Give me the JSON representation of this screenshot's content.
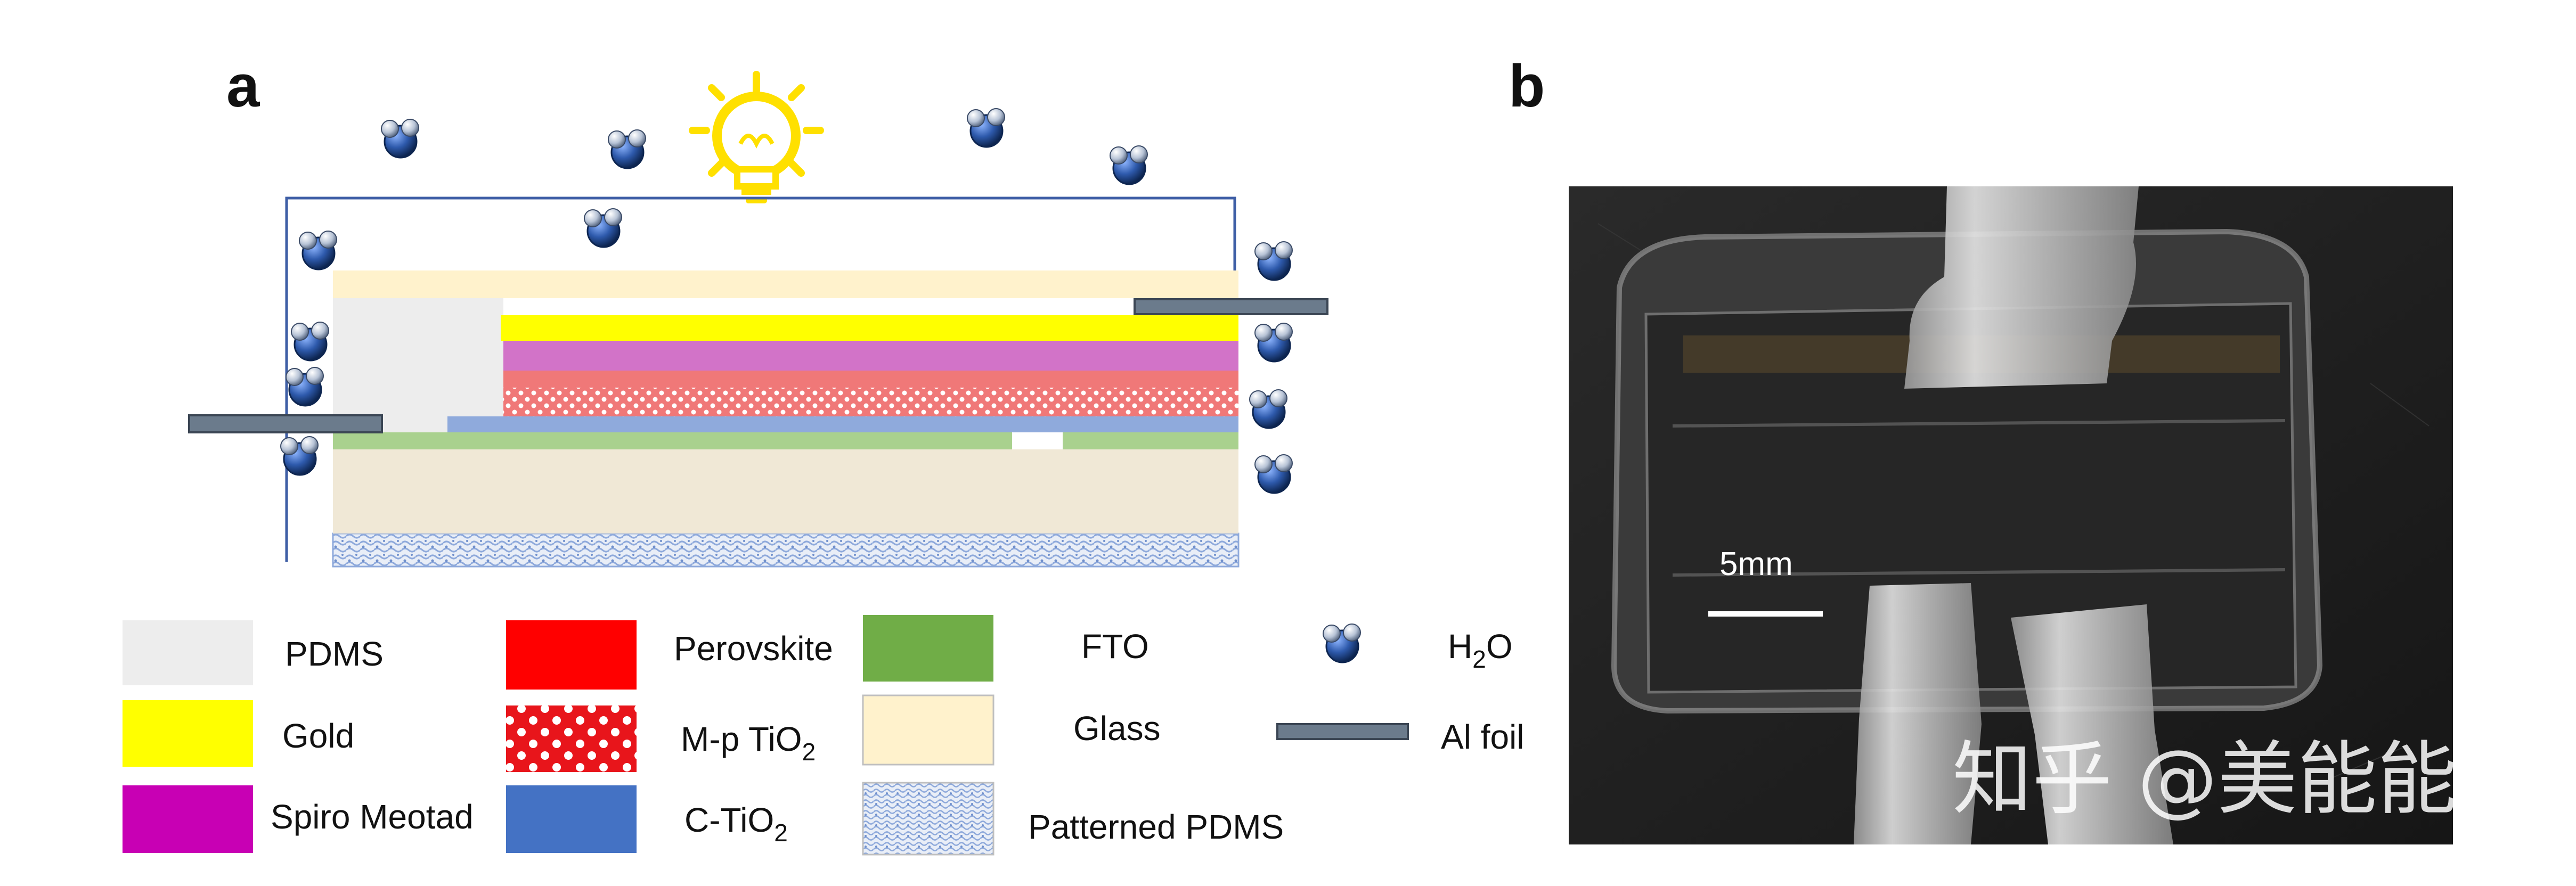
{
  "panels": {
    "a": "a",
    "b": "b"
  },
  "colors": {
    "pdms": "#EDEDED",
    "gold": "#FFFF00",
    "spiro_meotad": "#C800B4",
    "spiro_layer": "#D273C8",
    "perovskite": "#FF0000",
    "perovskite_layer": "#F07878",
    "mp_tio2": "#E8151B",
    "c_tio2": "#4472C4",
    "c_tio2_layer": "#8FAADC",
    "fto": "#70AD47",
    "fto_layer": "#A9D18E",
    "glass": "#FFF2CC",
    "glass_layer": "#F0E8D6",
    "patterned_pdms": "#8EA9DB",
    "al_foil": "#6B7B8C",
    "h2o": "#2E5AAC",
    "bulb": "#FFE000"
  },
  "legend": {
    "pdms": "PDMS",
    "gold": "Gold",
    "spiro": "Spiro Meotad",
    "perovskite": "Perovskite",
    "mptio2": {
      "main": "M-p TiO",
      "sub": "2"
    },
    "ctio2": {
      "main": "C-TiO",
      "sub": "2"
    },
    "fto": "FTO",
    "glass": "Glass",
    "patterned": "Patterned PDMS",
    "h2o": {
      "h": "H",
      "sub": "2",
      "o": "O"
    },
    "alfoil": "Al foil"
  },
  "icons": {
    "bulb": "light-bulb-icon",
    "molecule": "water-molecule-icon"
  },
  "photo": {
    "scale_label": "5mm",
    "watermark": "知乎 @美能能源"
  }
}
